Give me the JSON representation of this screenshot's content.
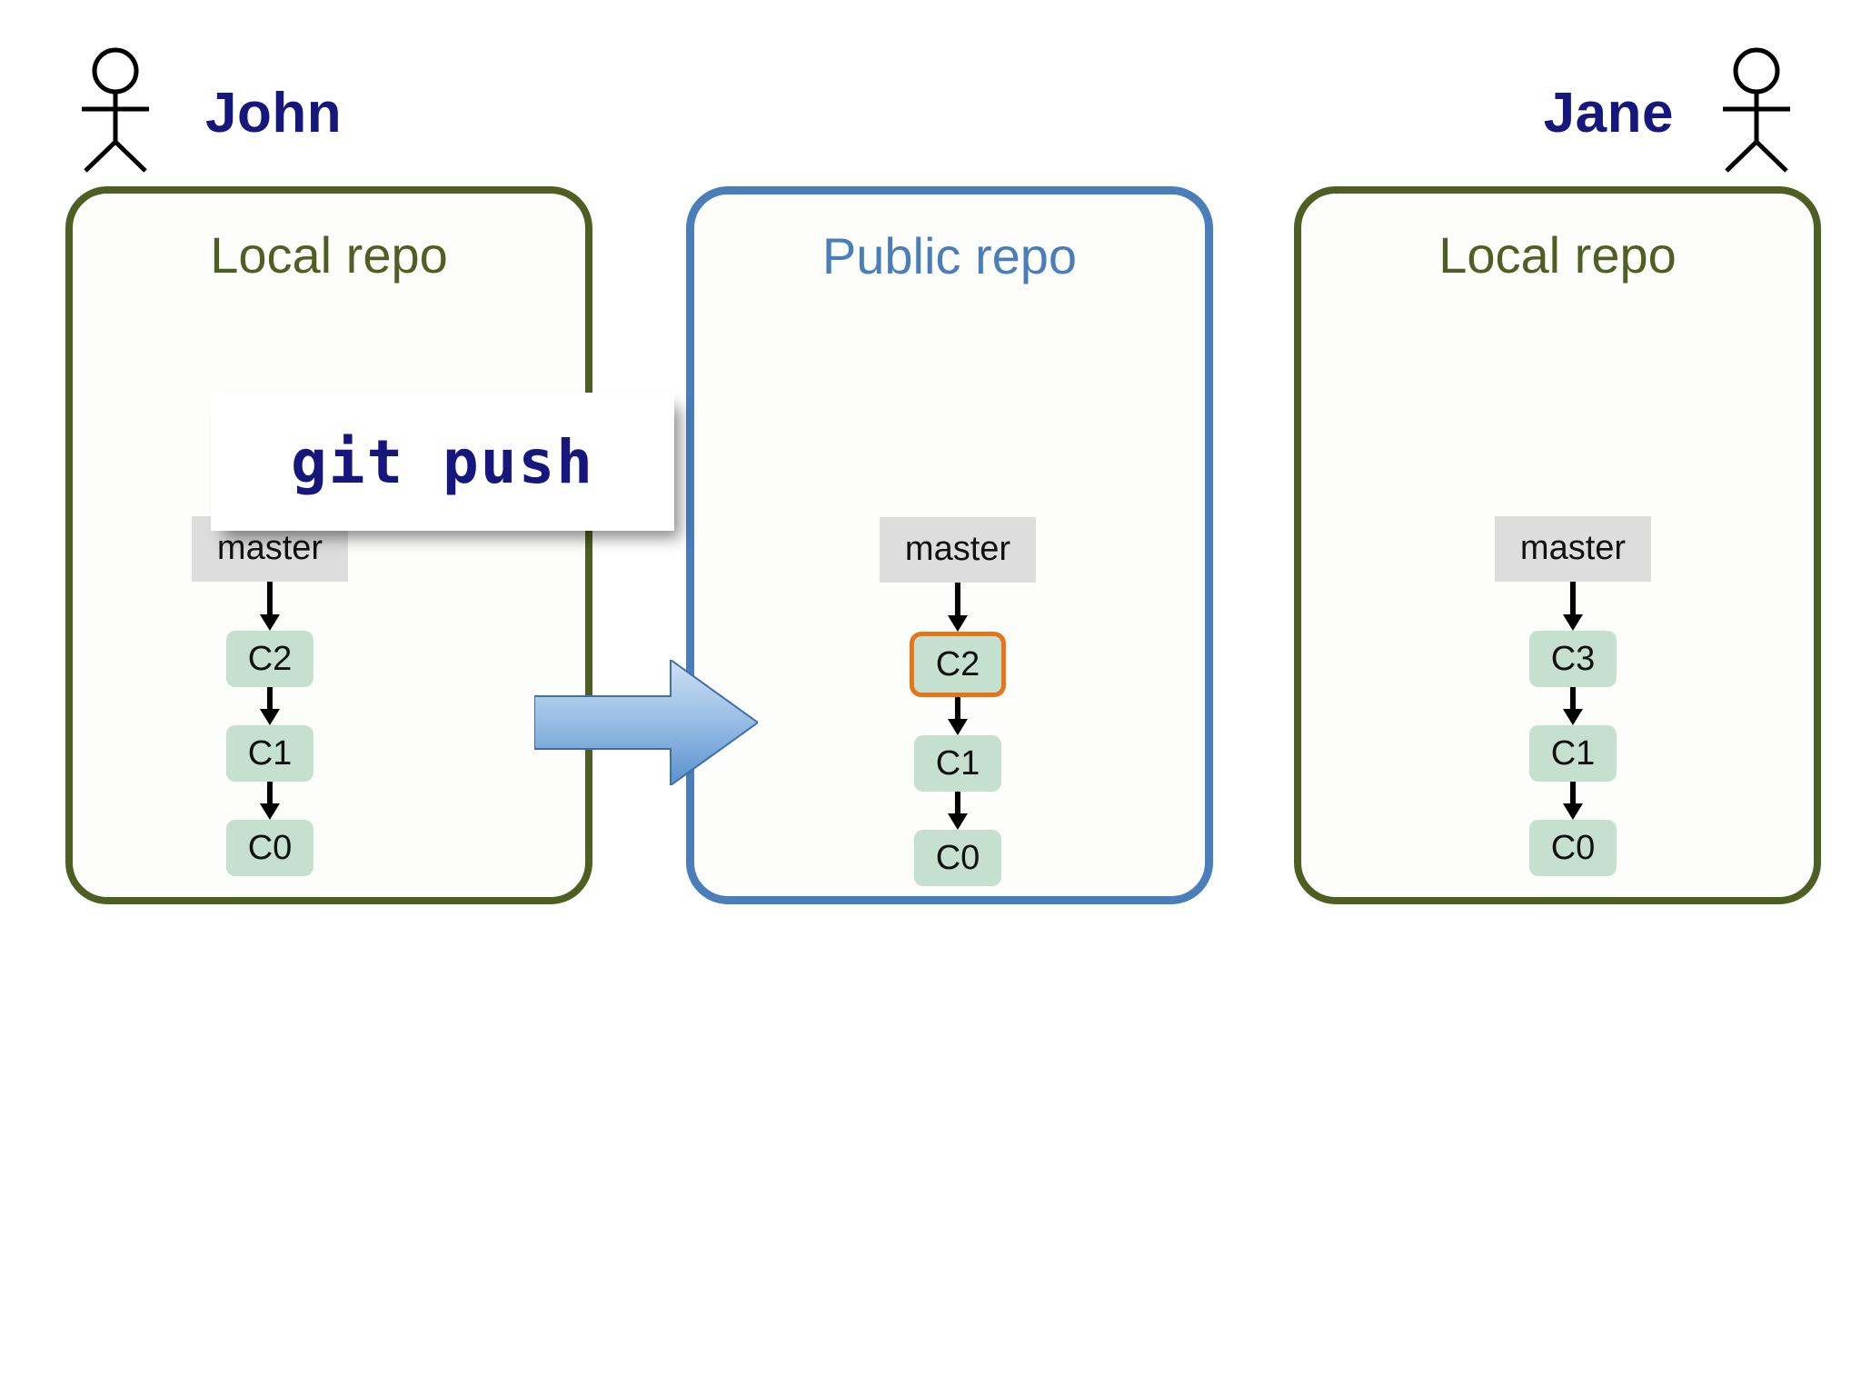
{
  "diagram": {
    "title_context": "git push workflow",
    "actors": [
      {
        "name": "John",
        "icon": "stick-figure-icon",
        "side": "left"
      },
      {
        "name": "Jane",
        "icon": "stick-figure-icon",
        "side": "right"
      }
    ],
    "colors": {
      "local_repo_border": "#4f5e23",
      "public_repo_border": "#4a7ebb",
      "actor_name": "#16177c",
      "commit_fill": "#c5e0ce",
      "branch_fill": "#dddddd",
      "highlight_border": "#e8741a",
      "arrow_fill": "#8cb6e0",
      "command_text": "#16177c"
    },
    "panels": [
      {
        "id": "john-local",
        "title": "Local repo",
        "type": "local",
        "branch": "master",
        "commits": [
          {
            "label": "C2",
            "highlighted": false
          },
          {
            "label": "C1",
            "highlighted": false
          },
          {
            "label": "C0",
            "highlighted": false
          }
        ]
      },
      {
        "id": "public",
        "title": "Public repo",
        "type": "public",
        "branch": "master",
        "commits": [
          {
            "label": "C2",
            "highlighted": true
          },
          {
            "label": "C1",
            "highlighted": false
          },
          {
            "label": "C0",
            "highlighted": false
          }
        ]
      },
      {
        "id": "jane-local",
        "title": "Local repo",
        "type": "local",
        "branch": "master",
        "commits": [
          {
            "label": "C3",
            "highlighted": false
          },
          {
            "label": "C1",
            "highlighted": false
          },
          {
            "label": "C0",
            "highlighted": false
          }
        ]
      }
    ],
    "callout": {
      "command": "git push",
      "icon": "command-callout"
    },
    "arrow": {
      "direction": "right",
      "icon": "block-arrow-right-icon",
      "meaning": "push from John local repo to Public repo"
    }
  }
}
